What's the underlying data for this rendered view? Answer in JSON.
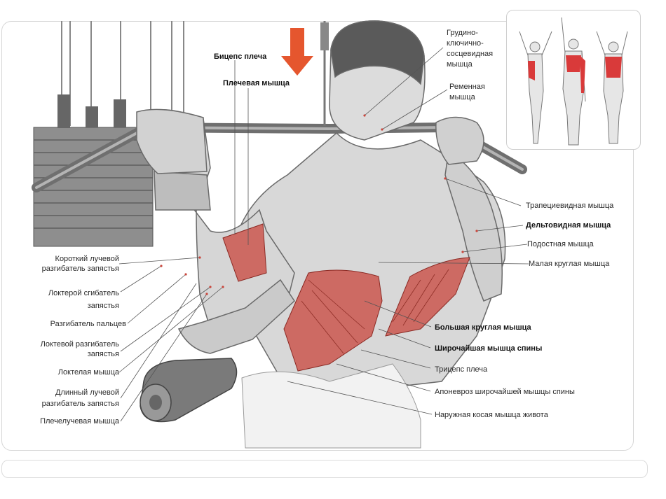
{
  "labels_top": {
    "biceps": "Бицепс плеча",
    "brachialis": "Плечевая мышца",
    "scm": "Грудино-\nключично-\nсосцевидная\nмышца",
    "splenius": "Ременная\nмышца"
  },
  "labels_right": {
    "trapezius": "Трапециевидная мышца",
    "deltoid": "Дельтовидная мышца",
    "infraspinatus": "Подостная мышца",
    "teres_minor": "Малая круглая мышца",
    "teres_major": "Большая круглая мышца",
    "latissimus": "Широчайшая мышца спины",
    "triceps": "Трицепс плеча",
    "aponeurosis": "Апоневроз широчайшей мышцы спины",
    "external_oblique": "Наружная косая мышца живота"
  },
  "labels_left": {
    "ecrb": "Короткий лучевой\nразгибатель запястья",
    "fcu": "Локтерой сгибатель\nзапястья",
    "ext_digitorum": "Разгибатель пальцев",
    "ecu": "Локтевой разгибатель\nзапястья",
    "anconeus": "Локтелая мышца",
    "ecrl": "Длинный лучевой\nразгибатель запястья",
    "brachioradialis": "Плечелучевая мышца"
  },
  "colors": {
    "highlight": "#c9463c",
    "arrow": "#e5562e",
    "line": "#555555",
    "inset_red": "#d93a3a"
  }
}
